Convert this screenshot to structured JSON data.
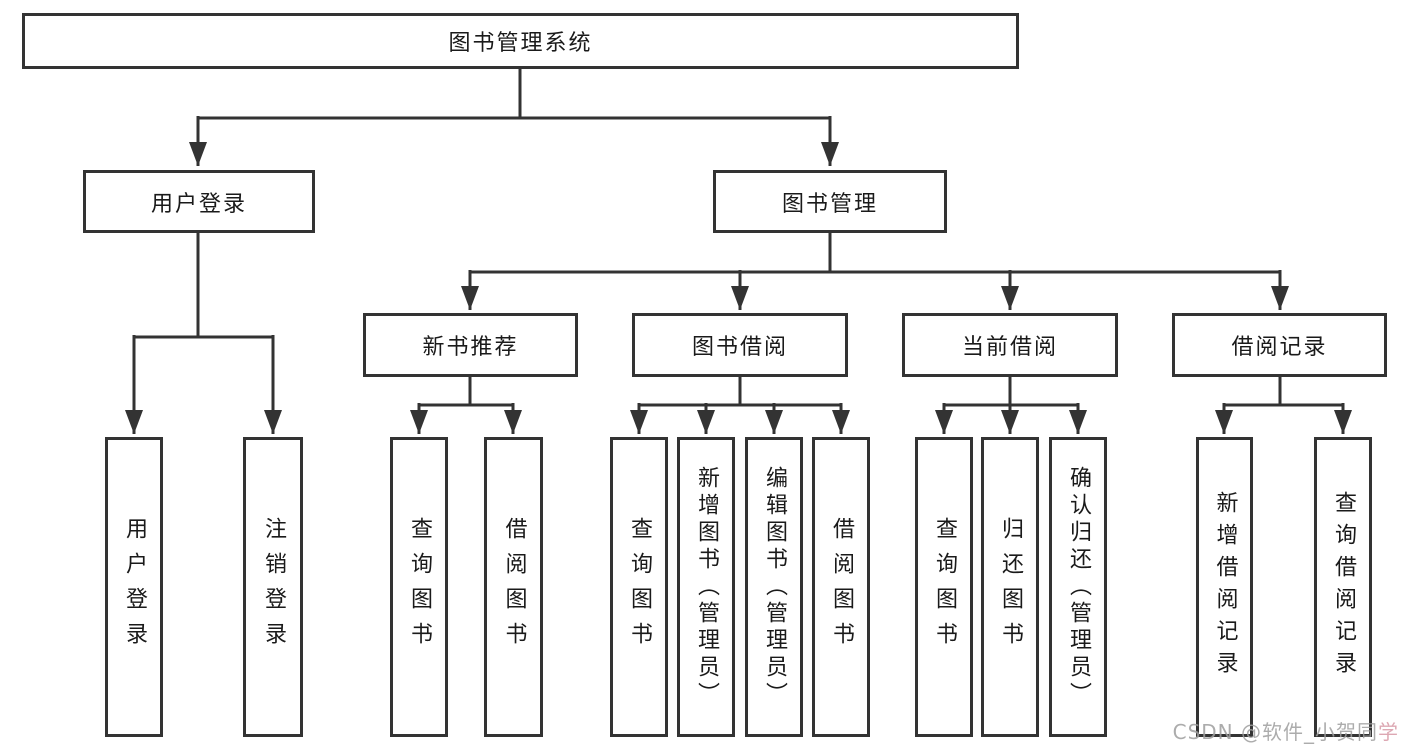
{
  "colors": {
    "line": "#333333",
    "text": "#1a1a1a",
    "background": "#ffffff",
    "watermark_gray": "#9e9e9e",
    "watermark_pink": "#d89aa6"
  },
  "root": {
    "label": "图书管理系统"
  },
  "branches": {
    "user_login": {
      "label": "用户登录",
      "children": [
        {
          "label": "用户登录"
        },
        {
          "label": "注销登录"
        }
      ]
    },
    "book_management": {
      "label": "图书管理",
      "sections": [
        {
          "label": "新书推荐",
          "children": [
            {
              "label": "查询图书"
            },
            {
              "label": "借阅图书"
            }
          ]
        },
        {
          "label": "图书借阅",
          "children": [
            {
              "label": "查询图书"
            },
            {
              "label": "新增图书（管理员）"
            },
            {
              "label": "编辑图书（管理员）"
            },
            {
              "label": "借阅图书"
            }
          ]
        },
        {
          "label": "当前借阅",
          "children": [
            {
              "label": "查询图书"
            },
            {
              "label": "归还图书"
            },
            {
              "label": "确认归还（管理员）"
            }
          ]
        },
        {
          "label": "借阅记录",
          "children": [
            {
              "label": "新增借阅记录"
            },
            {
              "label": "查询借阅记录"
            }
          ]
        }
      ]
    }
  },
  "watermark": {
    "text": "CSDN @软件_小贺同",
    "suffix": "学"
  }
}
